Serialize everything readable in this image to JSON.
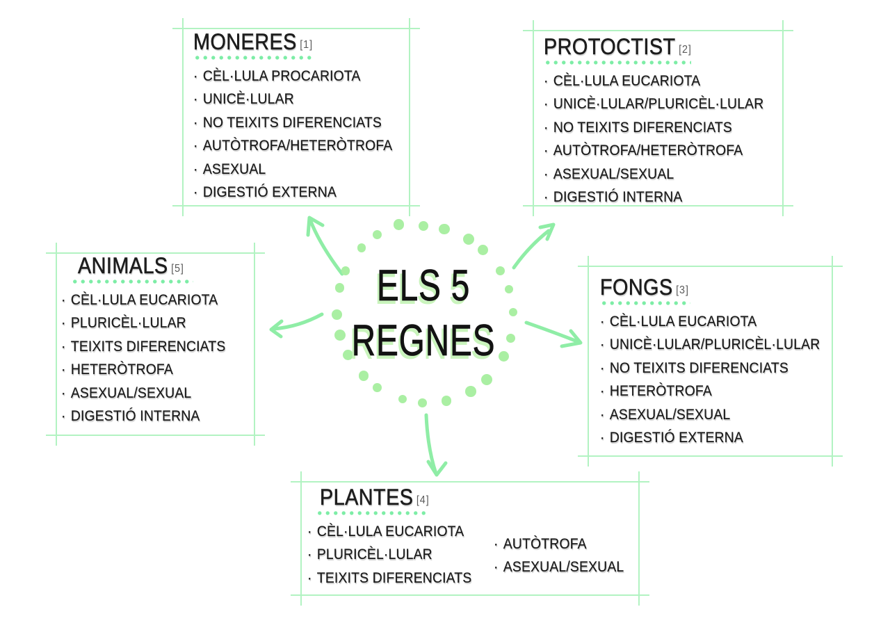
{
  "center": {
    "line1": "ELS 5",
    "line2": "REGNES"
  },
  "bullet": "·",
  "boxes": {
    "moneres": {
      "title": "MONERES",
      "ref": "[1]",
      "items": [
        "CÈL·LULA PROCARIOTA",
        "UNICÈ·LULAR",
        "NO TEIXITS DIFERENCIATS",
        "AUTÒTROFA/HETERÒTROFA",
        "ASEXUAL",
        "DIGESTIÓ EXTERNA"
      ]
    },
    "protoctist": {
      "title": "PROTOCTIST",
      "ref": "[2]",
      "items": [
        "CÈL·LULA EUCARIOTA",
        "UNICÈ·LULAR/PLURICÈL·LULAR",
        "NO TEIXITS DIFERENCIATS",
        "AUTÒTROFA/HETERÒTROFA",
        "ASEXUAL/SEXUAL",
        "DIGESTIÓ INTERNA"
      ]
    },
    "fongs": {
      "title": "FONGS",
      "ref": "[3]",
      "items": [
        "CÈL·LULA EUCARIOTA",
        "UNICÈ·LULAR/PLURICÈL·LULAR",
        "NO TEIXITS DIFERENCIATS",
        "HETERÒTROFA",
        "ASEXUAL/SEXUAL",
        "DIGESTIÓ EXTERNA"
      ]
    },
    "plantes": {
      "title": "PLANTES",
      "ref": "[4]",
      "items": [
        "CÈL·LULA EUCARIOTA",
        "PLURICÈL·LULAR",
        "TEIXITS DIFERENCIATS"
      ],
      "items2": [
        "AUTÒTROFA",
        "ASEXUAL/SEXUAL"
      ]
    },
    "animals": {
      "title": "ANIMALS",
      "ref": "[5]",
      "items": [
        "CÈL·LULA EUCARIOTA",
        "PLURICÈL·LULAR",
        "TEIXITS DIFERENCIATS",
        "HETERÒTROFA",
        "ASEXUAL/SEXUAL",
        "DIGESTIÓ INTERNA"
      ]
    }
  },
  "colors": {
    "ring_dots": "#aaefa3",
    "arrows": "#8feda6",
    "underline_dots": "#7deda6",
    "box_border": "#b2f3c2",
    "center_text_shadow": "#c9f4bc",
    "text": "#1d1d1d",
    "ref_text": "#5a5a5a",
    "background": "#ffffff"
  }
}
